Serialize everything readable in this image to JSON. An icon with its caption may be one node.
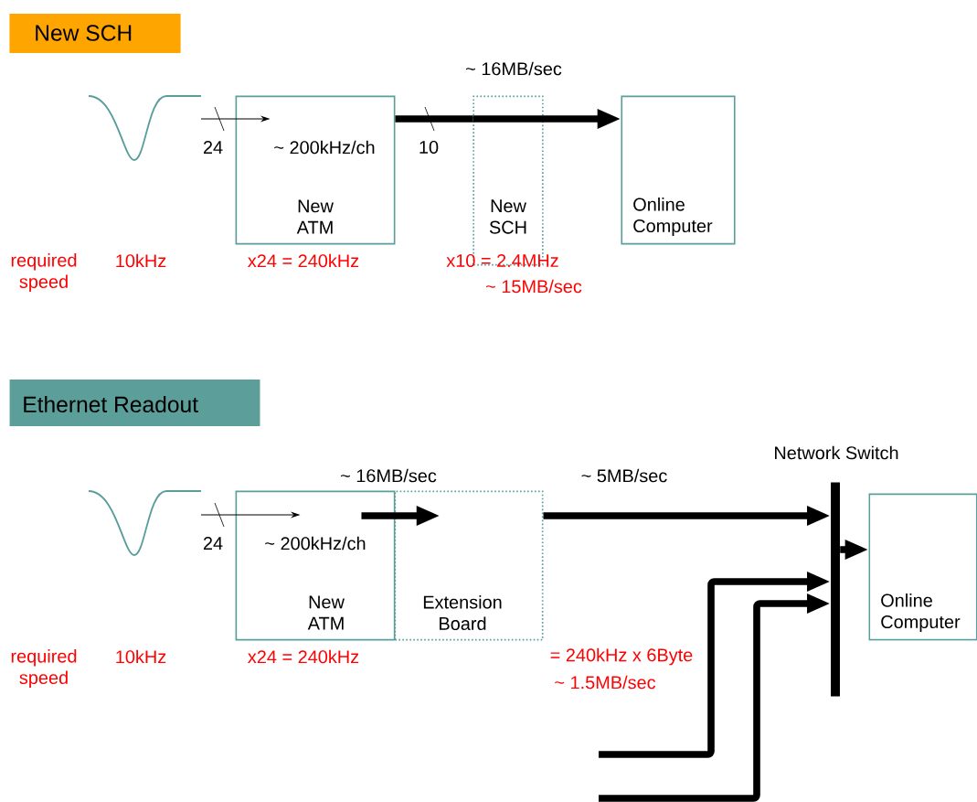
{
  "diagram": {
    "nodes": [
      {
        "text": [
          "New SCH"
        ]
      },
      {
        "text": [],
        "shape": "picture"
      },
      {
        "text": [
          "~ 200kHz/ch",
          "New ATM"
        ]
      },
      {
        "text": [
          "New SCH"
        ]
      },
      {
        "text": [
          "Online Computer"
        ]
      },
      {
        "text": [
          "Ethernet Readout"
        ]
      },
      {
        "text": [],
        "shape": "picture"
      },
      {
        "text": [
          "~ 200kHz/ch",
          "New ATM"
        ]
      },
      {
        "text": [
          "Extension Board"
        ]
      },
      {
        "text": [],
        "shape": "bar",
        "beside": [
          "Network Switch"
        ]
      },
      {
        "text": [
          "Online Computer"
        ]
      }
    ],
    "edges": [
      {
        "from": 1,
        "to": 2,
        "arrow": "to",
        "label": "24"
      },
      {
        "from": 2,
        "to": 3,
        "arrow": "none",
        "label": "10"
      },
      {
        "from": 3,
        "to": 4,
        "arrow": "to"
      },
      {
        "from": 6,
        "to": 7,
        "arrow": "to",
        "label": "24"
      },
      {
        "from": 7,
        "to": 8,
        "arrow": "to",
        "label": "~ 16MB/sec"
      },
      {
        "from": 8,
        "to": 9,
        "arrow": "to",
        "label": "~ 5MB/sec"
      },
      {
        "from": 9,
        "to": 10,
        "arrow": "to"
      },
      {
        "from": null,
        "to": 9,
        "arrow": "to"
      },
      {
        "from": null,
        "to": 9,
        "arrow": "to"
      }
    ],
    "labels": [
      "~ 16MB/sec",
      "required speed",
      "10kHz",
      "x24 = 240kHz",
      "x10 = 2.4MHz",
      "~ 15MB/sec",
      "required speed",
      "10kHz",
      "x24 = 240kHz",
      "= 240kHz x 6Byte",
      "~  1.5MB/sec"
    ]
  }
}
